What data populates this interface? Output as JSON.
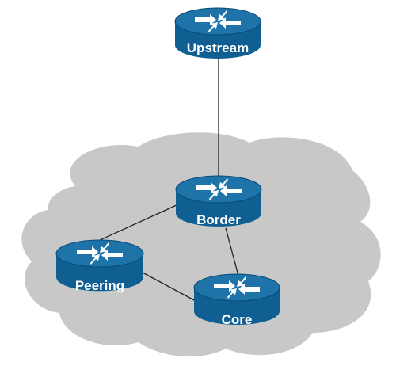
{
  "diagram": {
    "colors": {
      "cloud": "#c8c8c8",
      "router_top": "#1e73a8",
      "router_side": "#0f5f92",
      "router_edge": "#0a4a75",
      "arrow": "#ffffff",
      "link": "#222222"
    },
    "routers": [
      {
        "id": "upstream",
        "label": "Upstream",
        "icon": "router-icon"
      },
      {
        "id": "border",
        "label": "Border",
        "icon": "router-icon"
      },
      {
        "id": "peering",
        "label": "Peering",
        "icon": "router-icon"
      },
      {
        "id": "core",
        "label": "Core",
        "icon": "router-icon"
      }
    ],
    "links": [
      {
        "from": "upstream",
        "to": "border"
      },
      {
        "from": "border",
        "to": "peering"
      },
      {
        "from": "border",
        "to": "core"
      },
      {
        "from": "peering",
        "to": "core"
      }
    ]
  }
}
